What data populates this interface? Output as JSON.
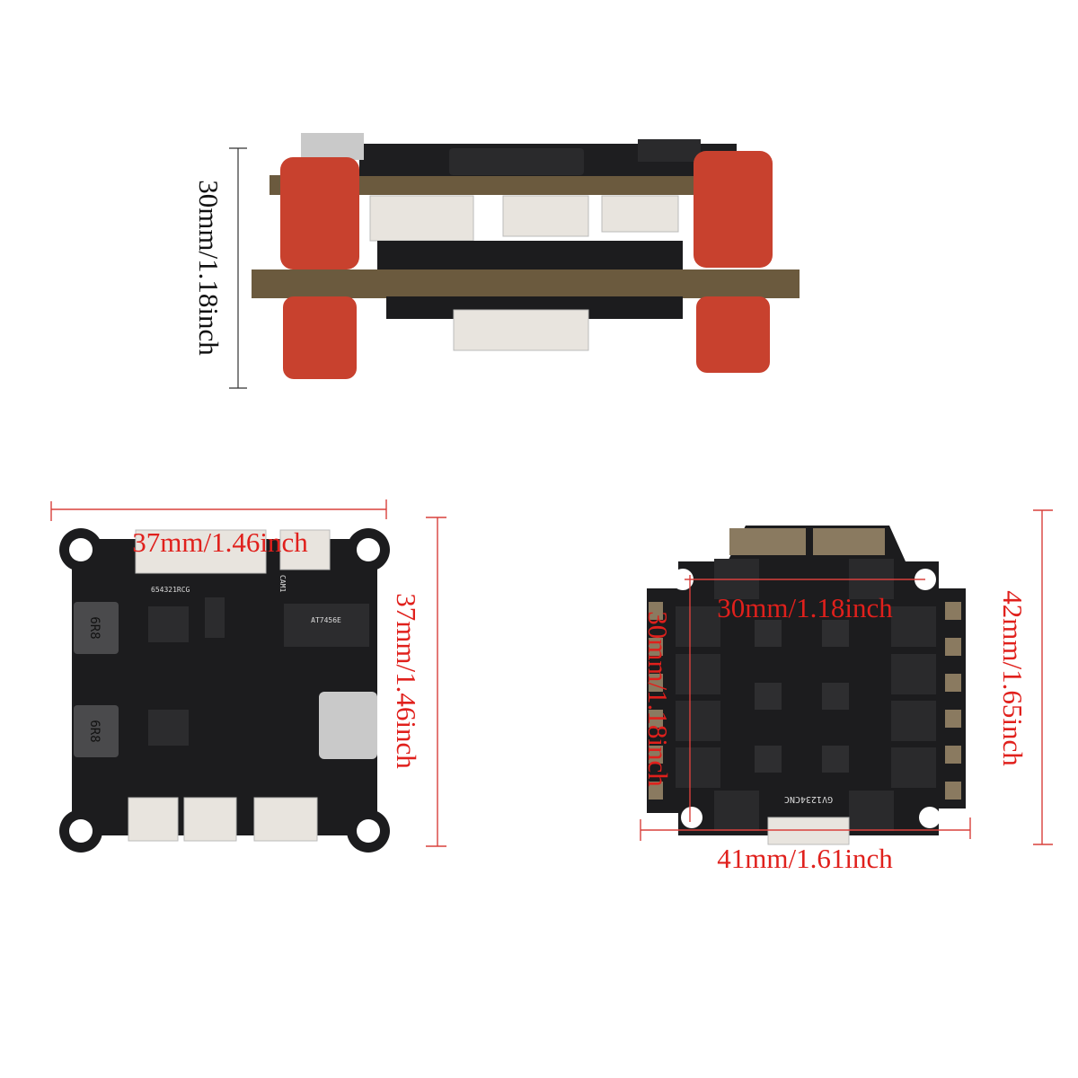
{
  "side_view": {
    "height_label": "30mm/1.18inch"
  },
  "flight_controller": {
    "width_label": "37mm/1.46inch",
    "height_label": "37mm/1.46inch",
    "inductor_marking": "6R8",
    "chip_marking": "AT7456E",
    "pin_labels_top": "654321RCG",
    "cam_label": "CAM1"
  },
  "esc": {
    "mount_width_label": "30mm/1.18inch",
    "mount_height_label": "30mm/1.18inch",
    "board_width_label": "41mm/1.61inch",
    "board_height_label": "42mm/1.65inch",
    "connector_label": "GV1234CNC"
  },
  "colors": {
    "dimension_red": "#e0201c",
    "dimension_black": "#111111",
    "pcb": "#1c1c1e",
    "standoff": "#c8412e",
    "connector": "#e8e4de"
  }
}
